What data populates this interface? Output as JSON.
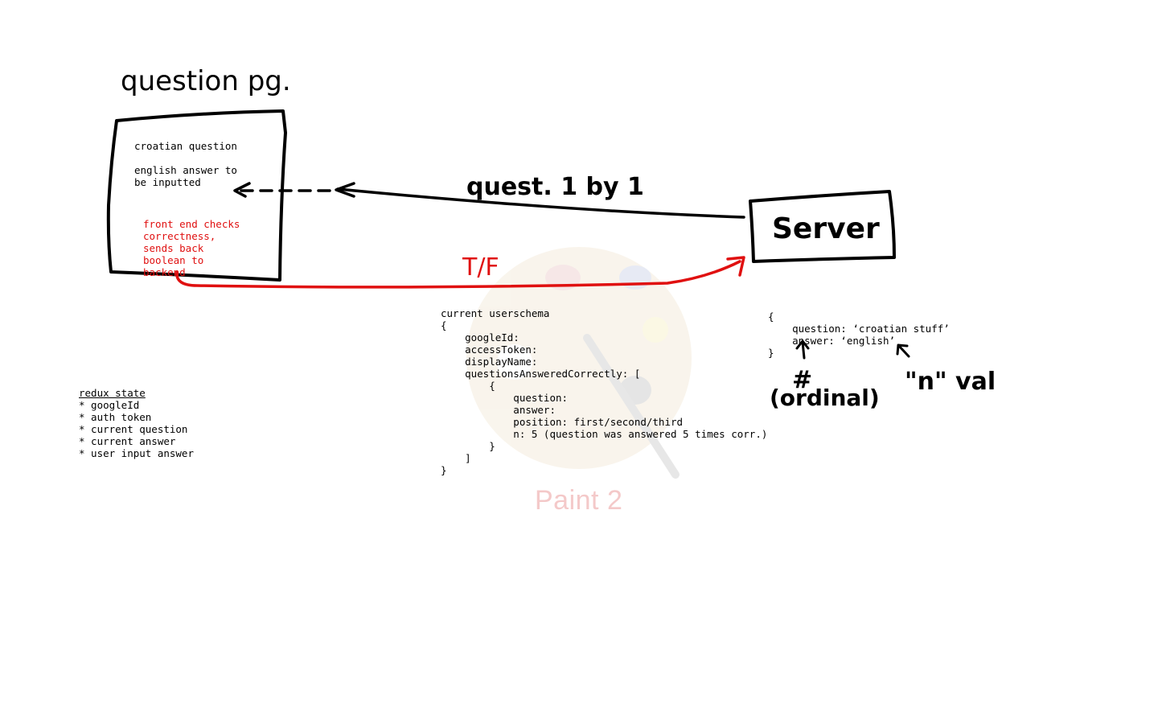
{
  "diagram": {
    "title": "question pg.",
    "question_box": {
      "line1": "croatian question",
      "line2": "english answer to",
      "line3": "be inputted",
      "note_lines": [
        "front end checks",
        "correctness,",
        "sends back",
        "boolean to",
        "backend"
      ]
    },
    "server_label": "Server",
    "arrow_top_label": "quest. 1 by 1",
    "arrow_bottom_label": "T/F",
    "userschema_lines": [
      "current userschema",
      "{",
      "    googleId:",
      "    accessToken:",
      "    displayName:",
      "    questionsAnsweredCorrectly: [",
      "        {",
      "            question:",
      "            answer:",
      "            position: first/second/third",
      "            n: 5 (question was answered 5 times corr.)",
      "        }",
      "    ]",
      "}"
    ],
    "server_record_lines": [
      "{",
      "    question: ‘croatian stuff’",
      "    answer: ‘english’",
      "}"
    ],
    "annotation_ordinal_symbol": "#",
    "annotation_ordinal": "(ordinal)",
    "annotation_n": "\"n\" val",
    "redux": {
      "heading": "redux state",
      "items": [
        "* googleId",
        "* auth token",
        "* current question",
        "* current answer",
        "* user input answer"
      ]
    },
    "watermark": "Paint 2"
  },
  "colors": {
    "ink": "#000000",
    "red_ink": "#e01010",
    "watermark_text": "#f4c9c9"
  }
}
